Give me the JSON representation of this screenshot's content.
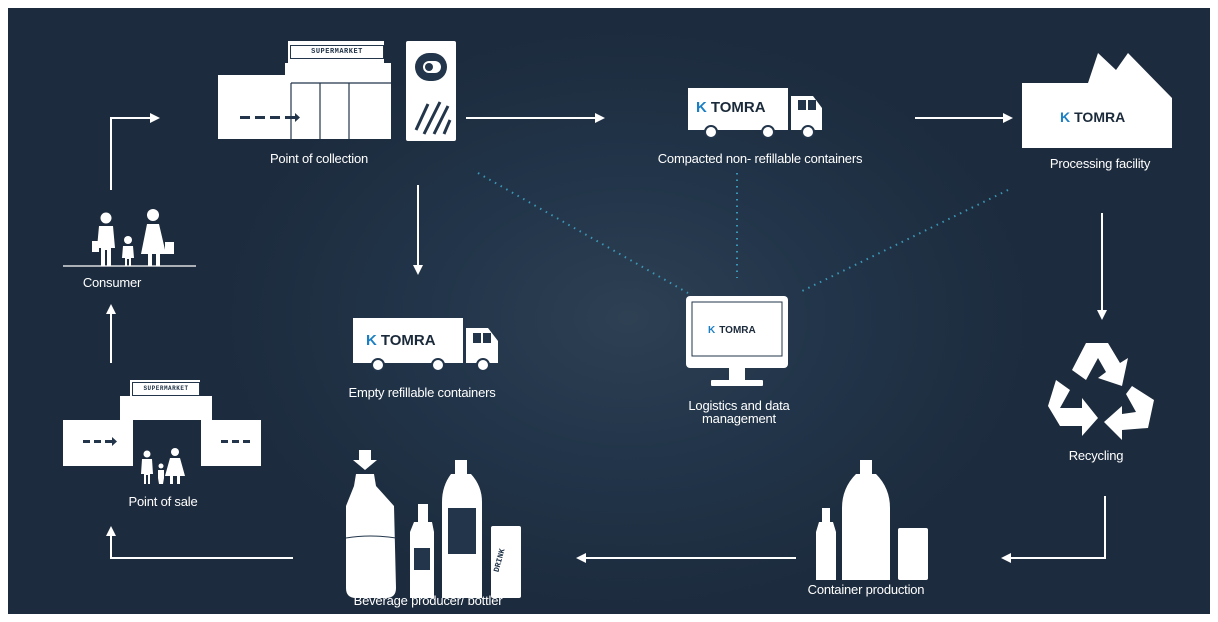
{
  "labels": {
    "point_of_collection": "Point of collection",
    "compacted": "Compacted non- refillable containers",
    "processing": "Processing facility",
    "consumer": "Consumer",
    "empty_refillable": "Empty refillable containers",
    "logistics": "Logistics and data management",
    "recycling": "Recycling",
    "point_of_sale": "Point of sale",
    "beverage_producer": "Beverage producer/ bottler",
    "container_production": "Container production"
  },
  "signs": {
    "supermarket_top": "SUPERMARKET",
    "supermarket_bottom": "SUPERMARKET"
  },
  "brand": {
    "name": "TOMRA",
    "mark": "K"
  },
  "can_text": "DRINK",
  "colors": {
    "background": "#22354a",
    "foreground": "#ffffff",
    "brand_blue": "#1c7fc4",
    "dotted_line": "#3fa9c9"
  }
}
